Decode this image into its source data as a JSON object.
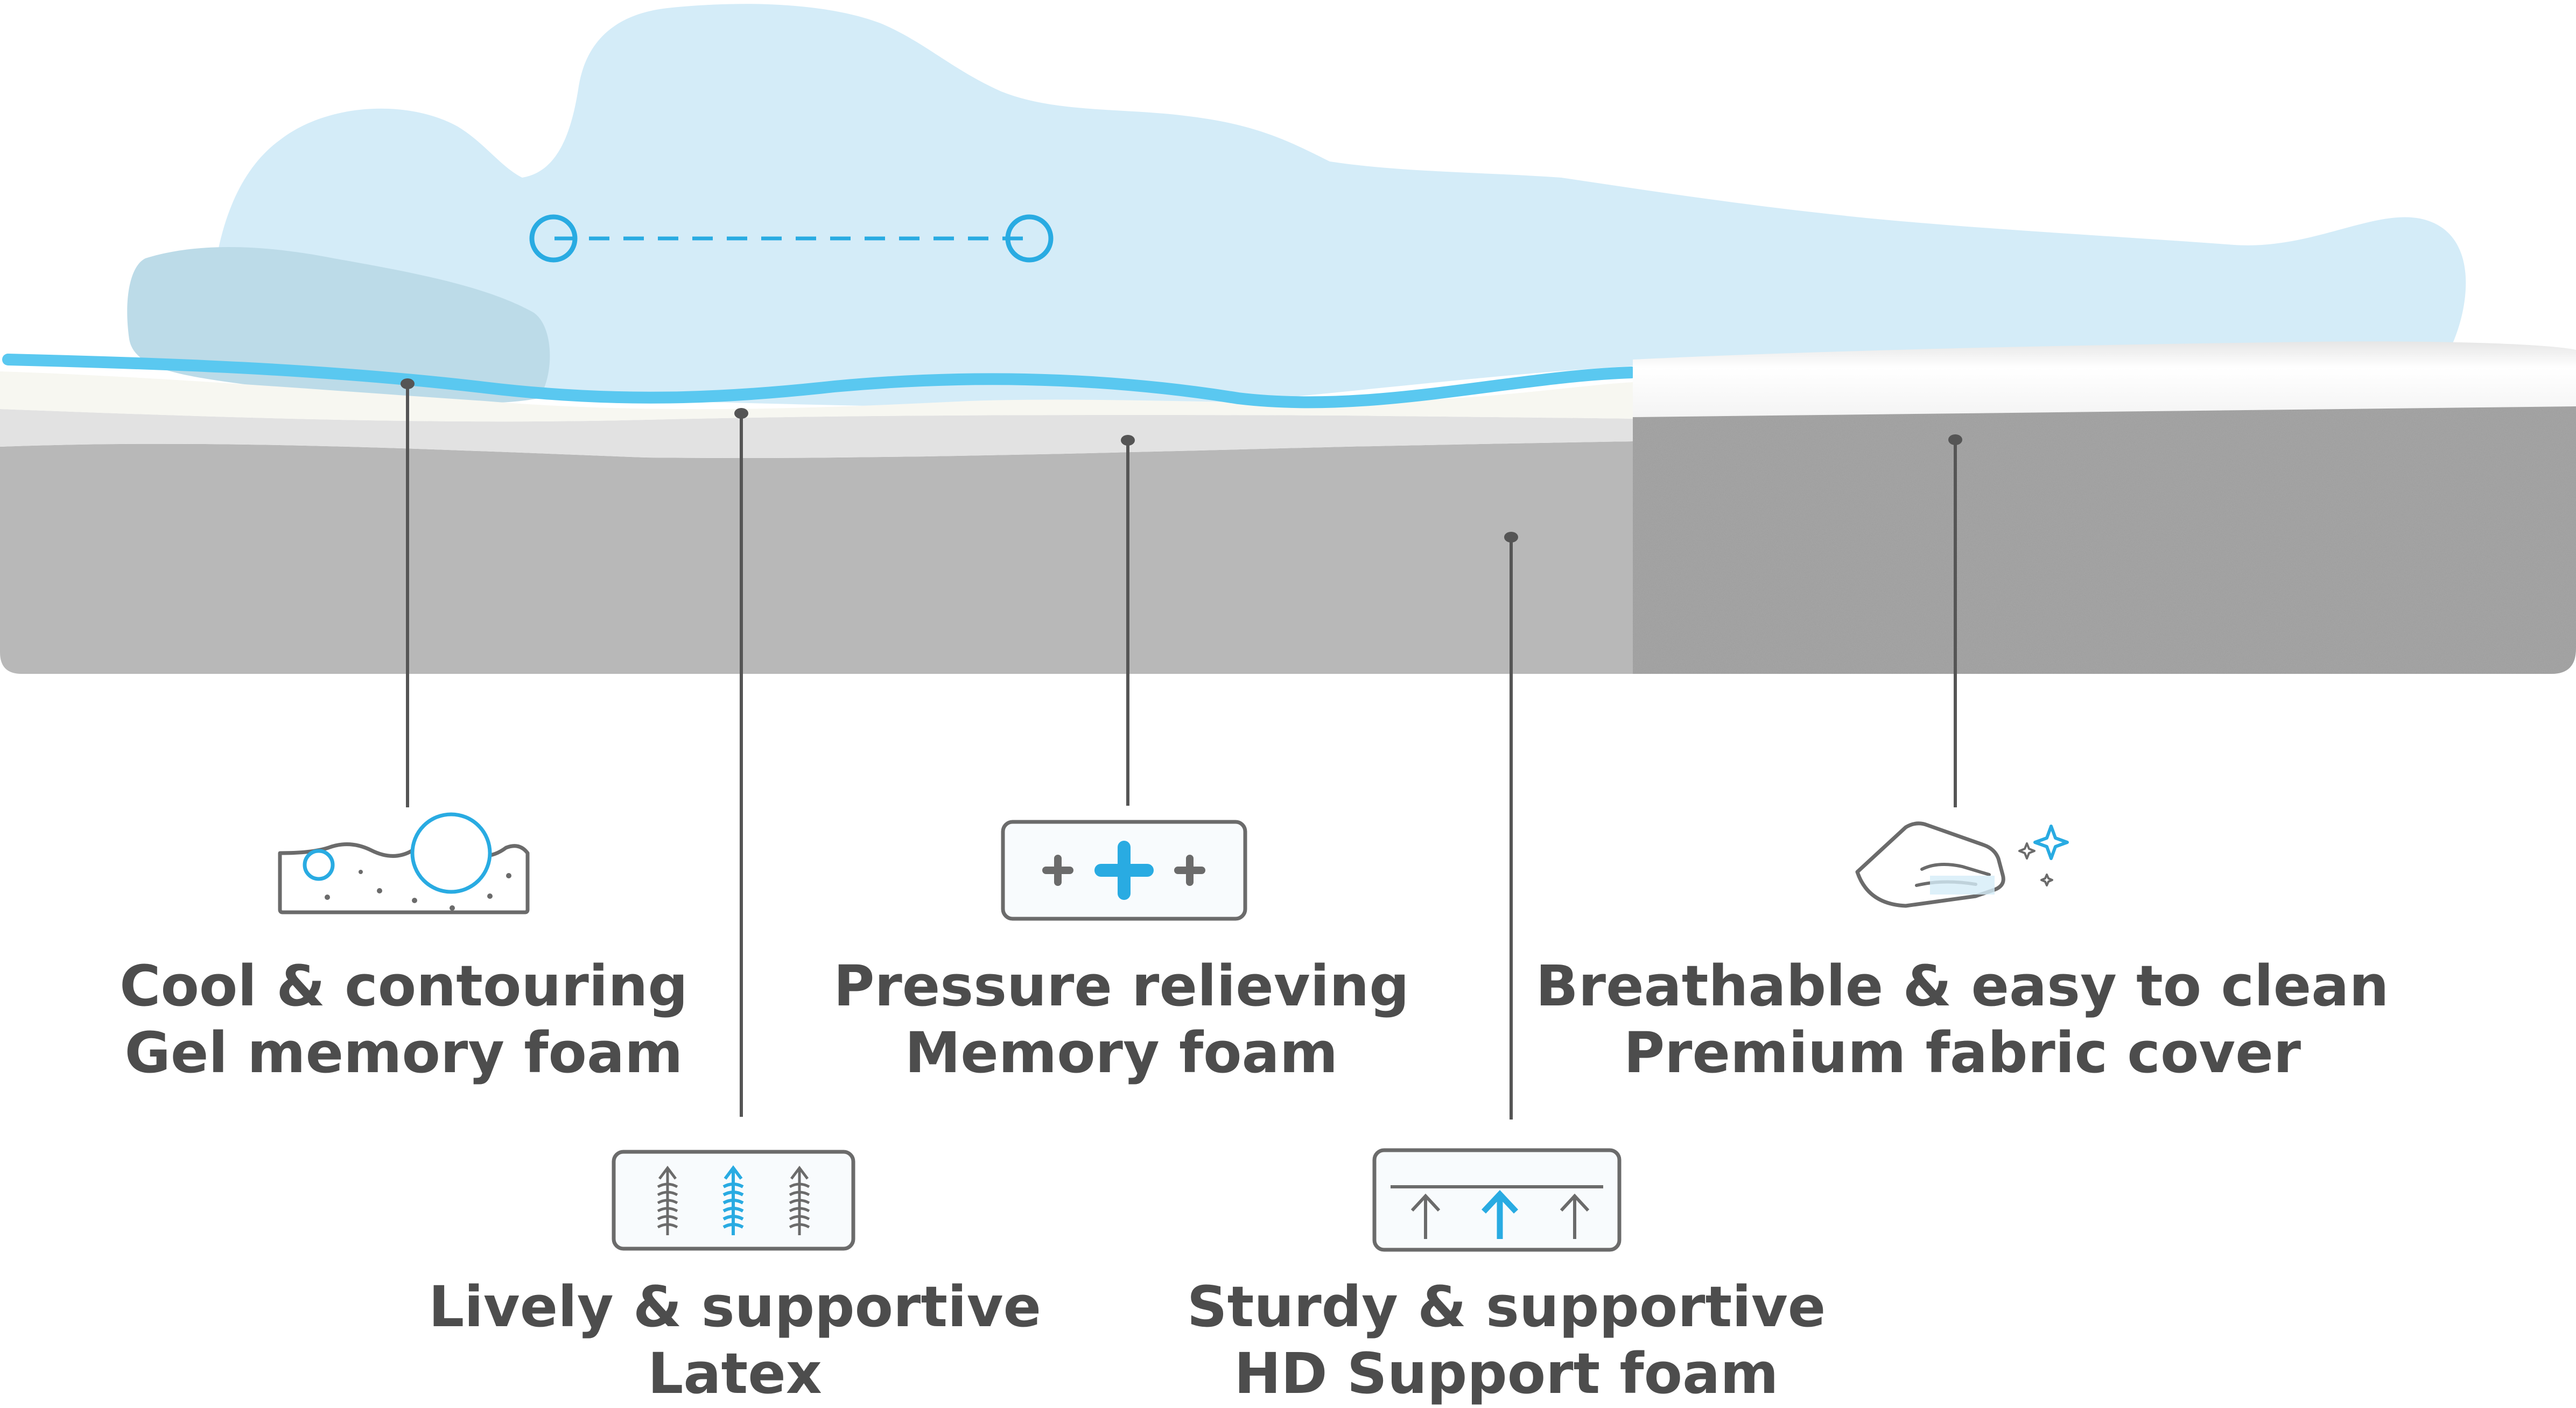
{
  "colors": {
    "body_silhouette": "#d4ecf8",
    "pillow": "#bcdbe8",
    "accent_blue": "#29abe2",
    "gel_stripe": "#5ac8f0",
    "cream_layer": "#f7f7f1",
    "latex_layer": "#e2e2e2",
    "support_foam": "#b8b8b8",
    "fabric_cover": "#9b9b9b",
    "leader_line": "#555555",
    "label_text": "#4d4d4d",
    "icon_stroke": "#6b6b6b"
  },
  "features": [
    {
      "id": "gel-memory-foam",
      "icon": "gel-bubbles-icon",
      "line1": "Cool & contouring",
      "line2": "Gel memory foam"
    },
    {
      "id": "latex",
      "icon": "springs-icon",
      "line1": "Lively & supportive",
      "line2": "Latex"
    },
    {
      "id": "memory-foam",
      "icon": "plus-cross-icon",
      "line1": "Pressure relieving",
      "line2": "Memory foam"
    },
    {
      "id": "hd-support-foam",
      "icon": "up-arrows-icon",
      "line1": "Sturdy & supportive",
      "line2": "HD Support foam"
    },
    {
      "id": "fabric-cover",
      "icon": "hand-sparkle-icon",
      "line1": "Breathable & easy to clean",
      "line2": "Premium fabric cover"
    }
  ]
}
